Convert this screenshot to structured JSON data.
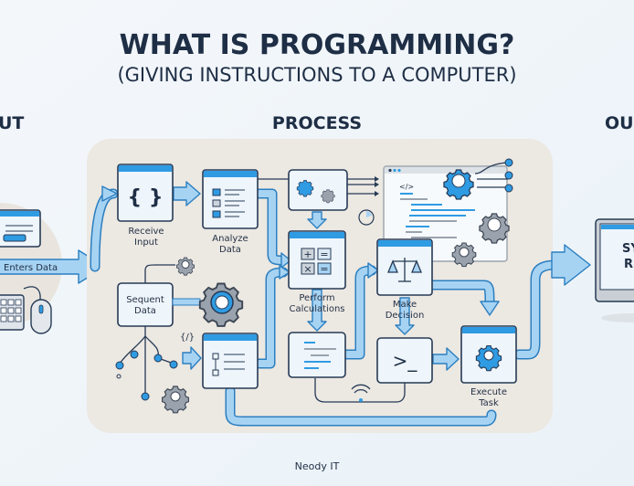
{
  "title": "WHAT IS PROGRAMMING?",
  "subtitle": "(GIVING INSTRUCTIONS TO A COMPUTER)",
  "sections": {
    "input": "UT",
    "process": "PROCESS",
    "output": "OU"
  },
  "input": {
    "arrow_label": "Enters Data"
  },
  "process": {
    "steps": [
      {
        "label_1": "Receive",
        "label_2": "Input",
        "icon": "curly-braces-icon"
      },
      {
        "label_1": "Analyze",
        "label_2": "Data",
        "icon": "list-icon"
      },
      {
        "label_1": "Perform",
        "label_2": "Calculations",
        "icon": "calculator-icon"
      },
      {
        "label_1": "Make",
        "label_2": "Decision",
        "icon": "scales-icon"
      },
      {
        "label_1": "Execute",
        "label_2": "Task",
        "icon": "gear-icon"
      }
    ],
    "sequent": {
      "label_1": "Sequent",
      "label_2": "Data"
    },
    "code_tag": "</>",
    "code_tag_2": "{/}",
    "calc_symbols": [
      "+",
      "=",
      "×",
      "="
    ],
    "terminal_prompt": ">_"
  },
  "output": {
    "screen_line_1": "SY",
    "screen_line_2": "R"
  },
  "footer": "Neody IT",
  "colors": {
    "accent": "#2f9be3",
    "navy": "#1e2e45",
    "panel": "#ece8e2",
    "arrow_fill": "#a7d3f3"
  }
}
